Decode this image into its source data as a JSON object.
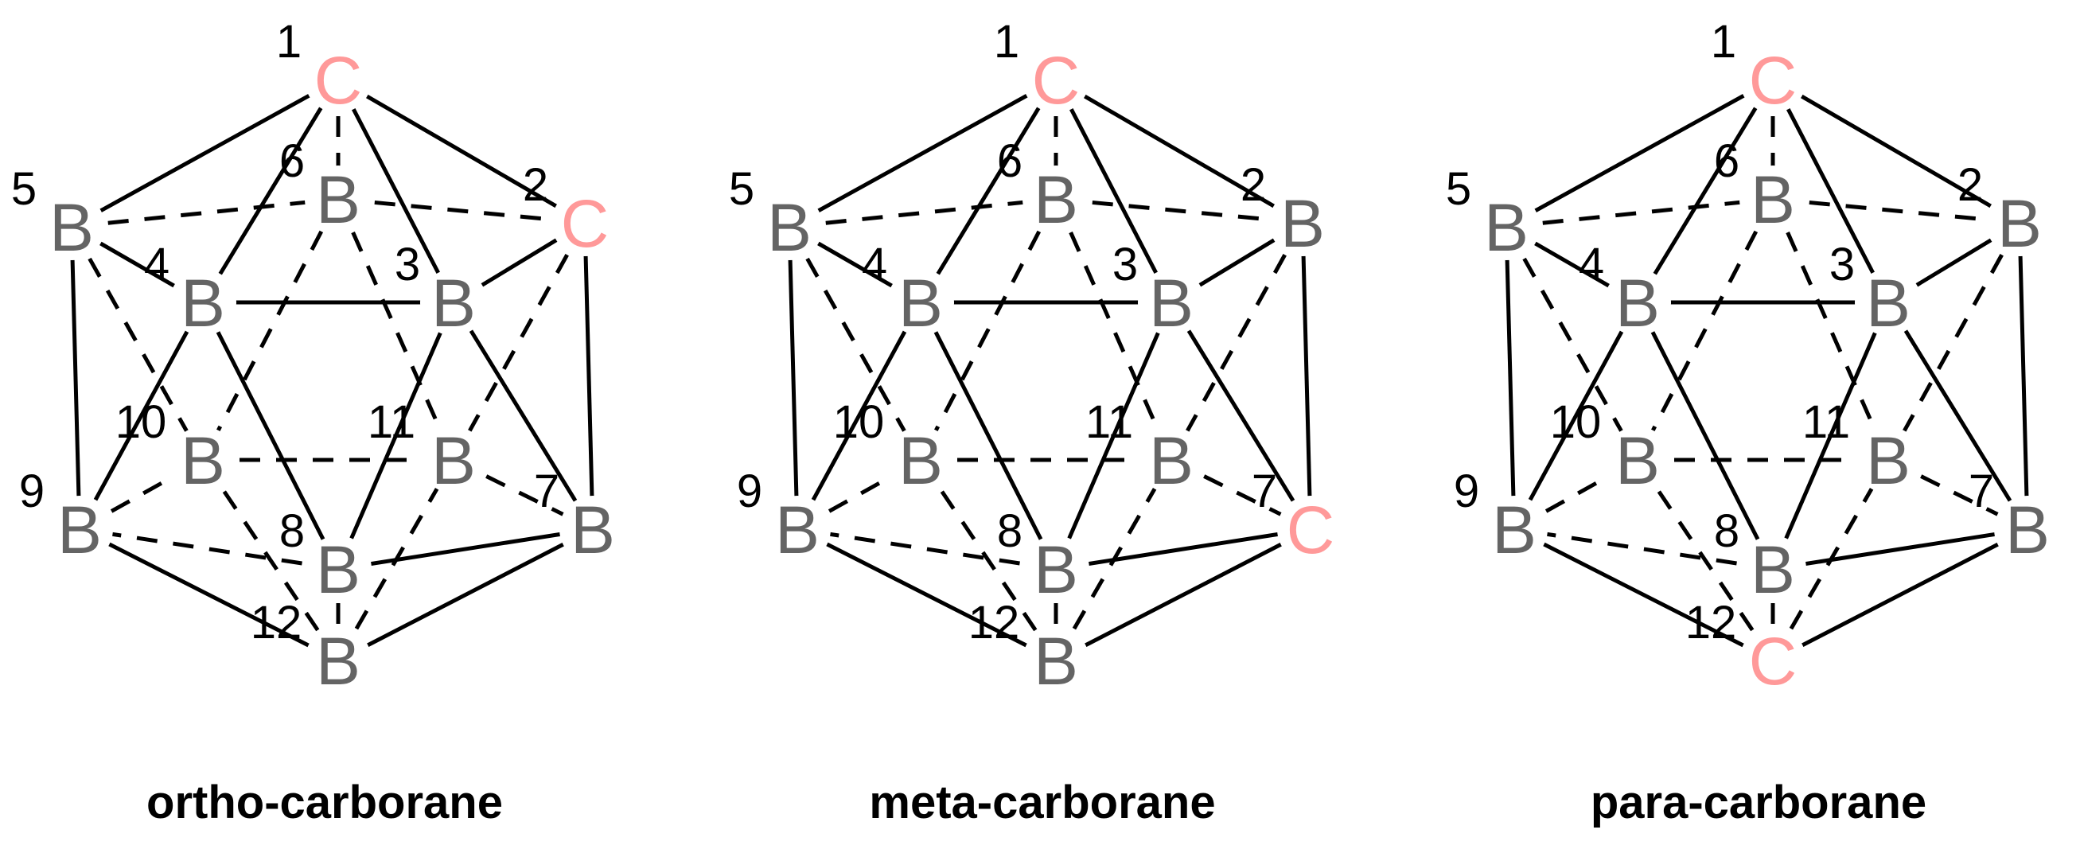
{
  "colors": {
    "carbon": "#FF9999",
    "boron": "#646464",
    "bond": "#000000"
  },
  "molecules": [
    {
      "name": "ortho-carborane",
      "atoms": [
        {
          "n": "1",
          "el": "C"
        },
        {
          "n": "2",
          "el": "C"
        },
        {
          "n": "3",
          "el": "B"
        },
        {
          "n": "4",
          "el": "B"
        },
        {
          "n": "5",
          "el": "B"
        },
        {
          "n": "6",
          "el": "B"
        },
        {
          "n": "7",
          "el": "B"
        },
        {
          "n": "8",
          "el": "B"
        },
        {
          "n": "9",
          "el": "B"
        },
        {
          "n": "10",
          "el": "B"
        },
        {
          "n": "11",
          "el": "B"
        },
        {
          "n": "12",
          "el": "B"
        }
      ]
    },
    {
      "name": "meta-carborane",
      "atoms": [
        {
          "n": "1",
          "el": "C"
        },
        {
          "n": "2",
          "el": "B"
        },
        {
          "n": "3",
          "el": "B"
        },
        {
          "n": "4",
          "el": "B"
        },
        {
          "n": "5",
          "el": "B"
        },
        {
          "n": "6",
          "el": "B"
        },
        {
          "n": "7",
          "el": "C"
        },
        {
          "n": "8",
          "el": "B"
        },
        {
          "n": "9",
          "el": "B"
        },
        {
          "n": "10",
          "el": "B"
        },
        {
          "n": "11",
          "el": "B"
        },
        {
          "n": "12",
          "el": "B"
        }
      ]
    },
    {
      "name": "para-carborane",
      "atoms": [
        {
          "n": "1",
          "el": "C"
        },
        {
          "n": "2",
          "el": "B"
        },
        {
          "n": "3",
          "el": "B"
        },
        {
          "n": "4",
          "el": "B"
        },
        {
          "n": "5",
          "el": "B"
        },
        {
          "n": "6",
          "el": "B"
        },
        {
          "n": "7",
          "el": "B"
        },
        {
          "n": "8",
          "el": "B"
        },
        {
          "n": "9",
          "el": "B"
        },
        {
          "n": "10",
          "el": "B"
        },
        {
          "n": "11",
          "el": "B"
        },
        {
          "n": "12",
          "el": "C"
        }
      ]
    }
  ],
  "bonds": [
    {
      "a": "1",
      "b": "2",
      "style": "solid"
    },
    {
      "a": "1",
      "b": "3",
      "style": "solid"
    },
    {
      "a": "1",
      "b": "4",
      "style": "solid"
    },
    {
      "a": "1",
      "b": "5",
      "style": "solid"
    },
    {
      "a": "1",
      "b": "6",
      "style": "dashed"
    },
    {
      "a": "2",
      "b": "3",
      "style": "solid"
    },
    {
      "a": "3",
      "b": "4",
      "style": "solid"
    },
    {
      "a": "4",
      "b": "5",
      "style": "solid"
    },
    {
      "a": "5",
      "b": "6",
      "style": "dashed"
    },
    {
      "a": "6",
      "b": "2",
      "style": "dashed"
    },
    {
      "a": "2",
      "b": "7",
      "style": "solid"
    },
    {
      "a": "3",
      "b": "7",
      "style": "solid"
    },
    {
      "a": "3",
      "b": "8",
      "style": "solid"
    },
    {
      "a": "4",
      "b": "8",
      "style": "solid"
    },
    {
      "a": "4",
      "b": "9",
      "style": "solid"
    },
    {
      "a": "5",
      "b": "9",
      "style": "solid"
    },
    {
      "a": "5",
      "b": "10",
      "style": "dashed"
    },
    {
      "a": "6",
      "b": "10",
      "style": "dashed"
    },
    {
      "a": "6",
      "b": "11",
      "style": "dashed"
    },
    {
      "a": "2",
      "b": "11",
      "style": "dashed"
    },
    {
      "a": "7",
      "b": "8",
      "style": "solid"
    },
    {
      "a": "8",
      "b": "9",
      "style": "dashed"
    },
    {
      "a": "9",
      "b": "10",
      "style": "dashed"
    },
    {
      "a": "10",
      "b": "11",
      "style": "dashed"
    },
    {
      "a": "11",
      "b": "7",
      "style": "dashed"
    },
    {
      "a": "12",
      "b": "7",
      "style": "solid"
    },
    {
      "a": "12",
      "b": "9",
      "style": "solid"
    },
    {
      "a": "12",
      "b": "8",
      "style": "dashed"
    },
    {
      "a": "12",
      "b": "10",
      "style": "dashed"
    },
    {
      "a": "12",
      "b": "11",
      "style": "dashed"
    }
  ]
}
